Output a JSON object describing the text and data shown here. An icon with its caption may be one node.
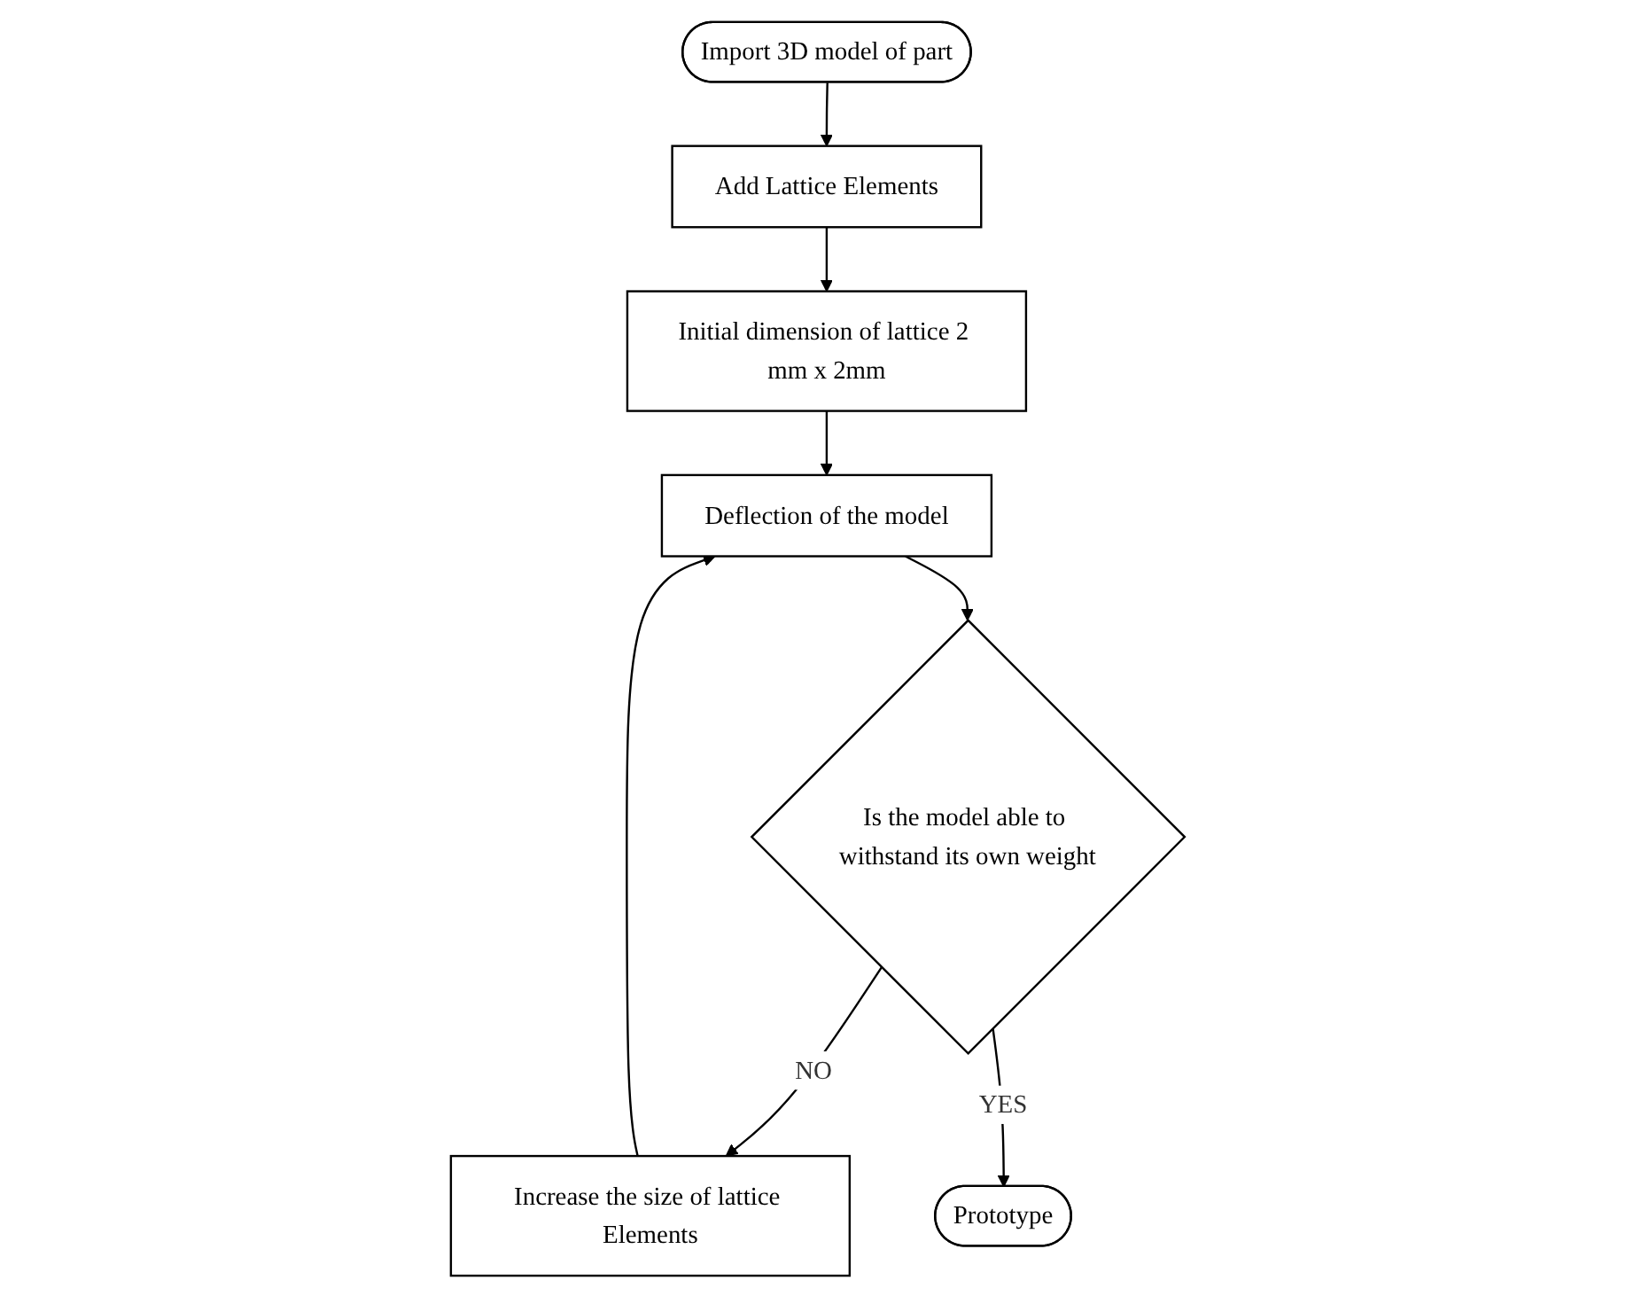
{
  "diagram": {
    "nodes": [
      {
        "text": [
          "Import 3D model of part"
        ]
      },
      {
        "text": [
          "Add Lattice Elements"
        ]
      },
      {
        "text": [
          "Initial dimension of lattice 2 mm x 2mm"
        ]
      },
      {
        "text": [
          "Deflection of the model"
        ]
      },
      {
        "text": [
          "Is the model able to withstand its own weight"
        ]
      },
      {
        "text": [
          "Increase the size of lattice Elements"
        ]
      },
      {
        "text": [
          "Prototype"
        ]
      }
    ],
    "edges": [
      {
        "from": 0,
        "to": 1,
        "arrow": "to"
      },
      {
        "from": 1,
        "to": 2,
        "arrow": "to"
      },
      {
        "from": 2,
        "to": 3,
        "arrow": "to"
      },
      {
        "from": 3,
        "to": 4,
        "arrow": "to"
      },
      {
        "from": 4,
        "to": 5,
        "arrow": "to",
        "label": "NO"
      },
      {
        "from": 5,
        "to": 3,
        "arrow": "to"
      },
      {
        "from": 4,
        "to": 6,
        "arrow": "to",
        "label": "YES"
      }
    ]
  }
}
